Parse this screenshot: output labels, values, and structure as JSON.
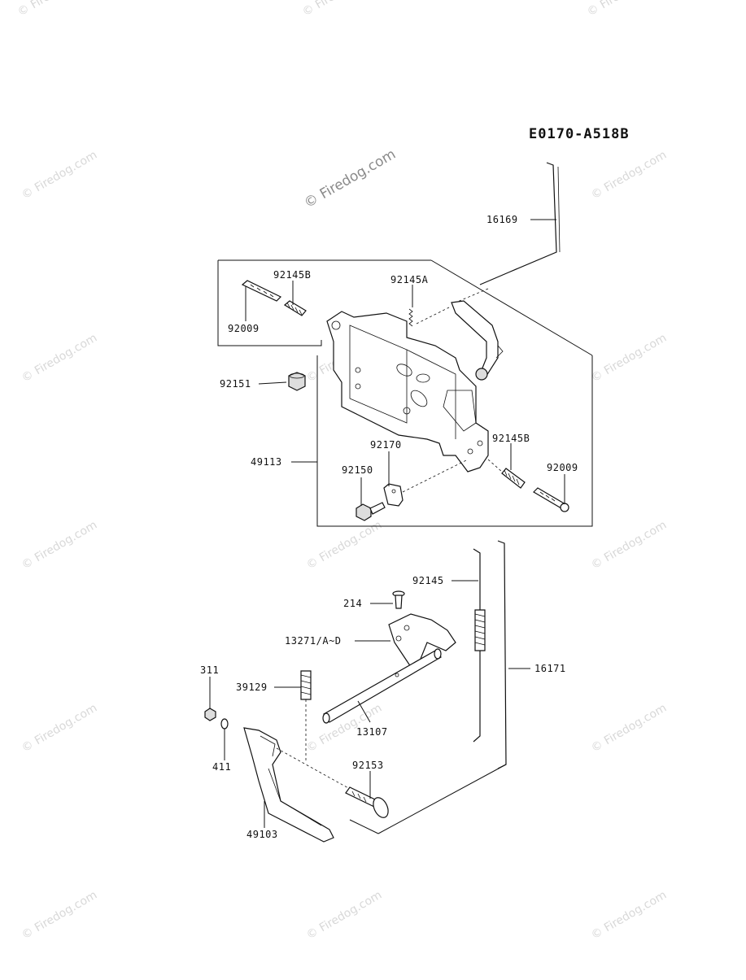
{
  "diagram": {
    "code": "E0170-A518B",
    "watermark_main": "© Firedog.com",
    "watermark_tile": "© Firedog.com",
    "labels": {
      "l16169": "16169",
      "l92145B_top": "92145B",
      "l92145A": "92145A",
      "l92009_top": "92009",
      "l92151": "92151",
      "l92170": "92170",
      "l92145B_bottom": "92145B",
      "l92009_bottom": "92009",
      "l92150": "92150",
      "l49113": "49113",
      "l92145": "92145",
      "l214": "214",
      "l13271": "13271/A~D",
      "l16171": "16171",
      "l311": "311",
      "l39129": "39129",
      "l13107": "13107",
      "l411": "411",
      "l92153": "92153",
      "l49103": "49103"
    }
  }
}
